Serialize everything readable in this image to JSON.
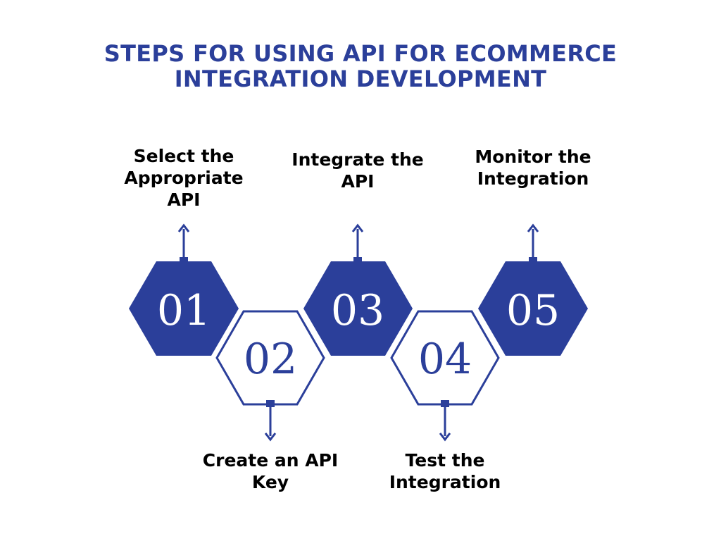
{
  "title": {
    "line1": "STEPS FOR USING API FOR ECOMMERCE",
    "line2": "INTEGRATION DEVELOPMENT"
  },
  "colors": {
    "primary": "#2b3f9a",
    "text": "#000000",
    "background": "#ffffff"
  },
  "steps": [
    {
      "number": "01",
      "label": "Select the\nAppropriate\nAPI",
      "style": "filled",
      "label_position": "top"
    },
    {
      "number": "02",
      "label": "Create an API\nKey",
      "style": "outline",
      "label_position": "bottom"
    },
    {
      "number": "03",
      "label": "Integrate the\nAPI",
      "style": "filled",
      "label_position": "top"
    },
    {
      "number": "04",
      "label": "Test the\nIntegration",
      "style": "outline",
      "label_position": "bottom"
    },
    {
      "number": "05",
      "label": "Monitor the\nIntegration",
      "style": "filled",
      "label_position": "top"
    }
  ]
}
